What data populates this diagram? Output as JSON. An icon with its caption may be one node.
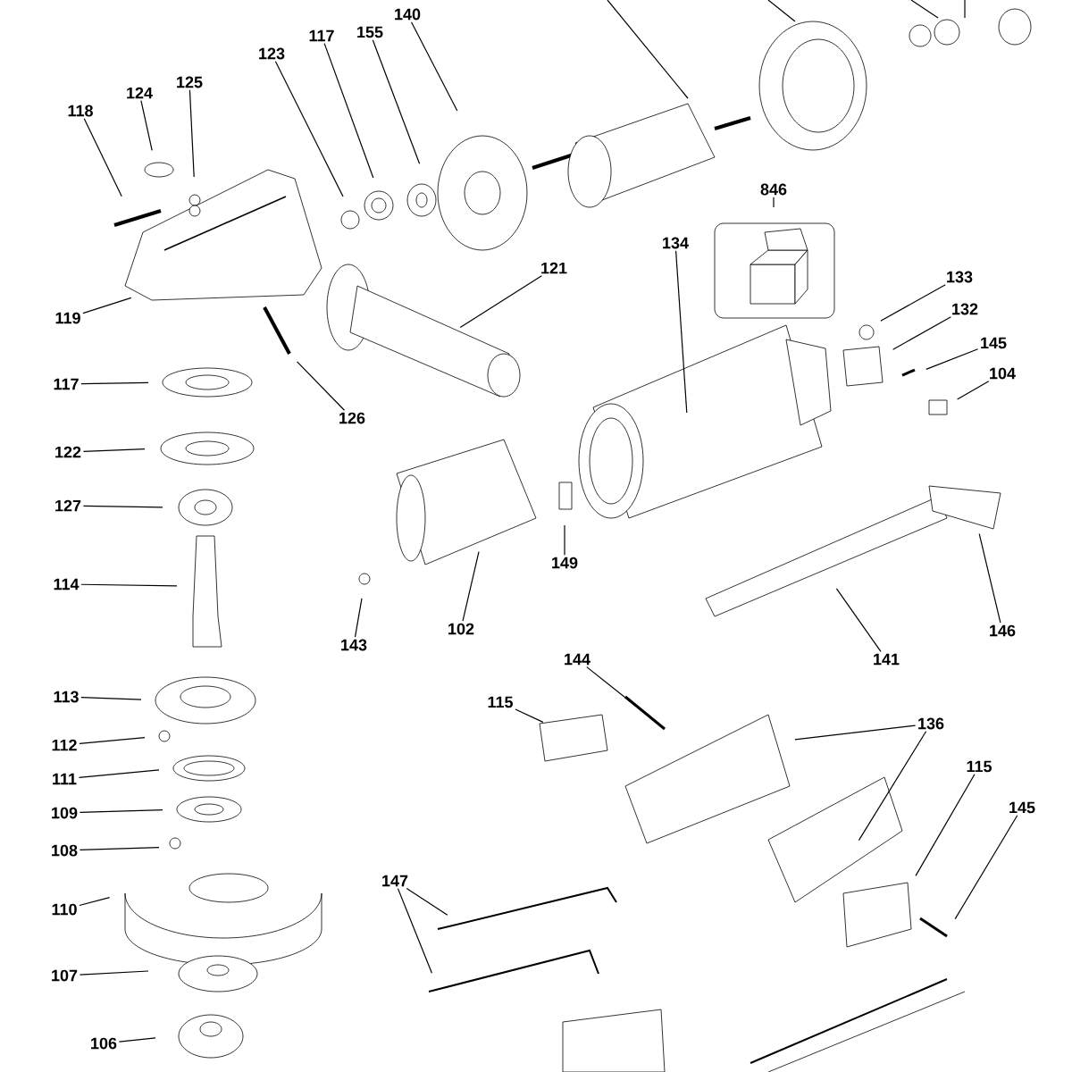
{
  "diagram": {
    "nodes": [
      {
        "text": [
          "140"
        ]
      },
      {
        "text": [
          "155"
        ]
      },
      {
        "text": [
          "117"
        ]
      },
      {
        "text": [
          "123"
        ]
      },
      {
        "text": [
          "125"
        ]
      },
      {
        "text": [
          "124"
        ]
      },
      {
        "text": [
          "118"
        ]
      },
      {
        "text": [
          "119"
        ]
      },
      {
        "text": [
          "121"
        ]
      },
      {
        "text": [
          "846"
        ]
      },
      {
        "text": [
          "134"
        ]
      },
      {
        "text": [
          "133"
        ]
      },
      {
        "text": [
          "132"
        ]
      },
      {
        "text": [
          "145"
        ]
      },
      {
        "text": [
          "104"
        ]
      },
      {
        "text": [
          "117"
        ]
      },
      {
        "text": [
          "126"
        ]
      },
      {
        "text": [
          "122"
        ]
      },
      {
        "text": [
          "127"
        ]
      },
      {
        "text": [
          "114"
        ]
      },
      {
        "text": [
          "149"
        ]
      },
      {
        "text": [
          "102"
        ]
      },
      {
        "text": [
          "143"
        ]
      },
      {
        "text": [
          "146"
        ]
      },
      {
        "text": [
          "141"
        ]
      },
      {
        "text": [
          "113"
        ]
      },
      {
        "text": [
          "144"
        ]
      },
      {
        "text": [
          "115"
        ]
      },
      {
        "text": [
          "112"
        ]
      },
      {
        "text": [
          "136"
        ]
      },
      {
        "text": [
          "111"
        ]
      },
      {
        "text": [
          "115"
        ]
      },
      {
        "text": [
          "109"
        ]
      },
      {
        "text": [
          "145"
        ]
      },
      {
        "text": [
          "108"
        ]
      },
      {
        "text": [
          "147"
        ]
      },
      {
        "text": [
          "110"
        ]
      },
      {
        "text": [
          "107"
        ]
      },
      {
        "text": [
          "106"
        ]
      }
    ],
    "edges": [
      {
        "from": 0,
        "to": null,
        "arrow": "none"
      },
      {
        "from": 1,
        "to": null,
        "arrow": "none"
      },
      {
        "from": 2,
        "to": null,
        "arrow": "none"
      },
      {
        "from": 3,
        "to": null,
        "arrow": "none"
      },
      {
        "from": 4,
        "to": null,
        "arrow": "none"
      },
      {
        "from": 5,
        "to": null,
        "arrow": "none"
      },
      {
        "from": 6,
        "to": null,
        "arrow": "none"
      },
      {
        "from": 7,
        "to": null,
        "arrow": "none"
      },
      {
        "from": 8,
        "to": null,
        "arrow": "none"
      },
      {
        "from": 9,
        "to": null,
        "arrow": "none"
      },
      {
        "from": 10,
        "to": null,
        "arrow": "none"
      },
      {
        "from": 11,
        "to": null,
        "arrow": "none"
      },
      {
        "from": 12,
        "to": null,
        "arrow": "none"
      },
      {
        "from": 13,
        "to": null,
        "arrow": "none"
      },
      {
        "from": 14,
        "to": null,
        "arrow": "none"
      },
      {
        "from": 15,
        "to": null,
        "arrow": "none"
      },
      {
        "from": 16,
        "to": null,
        "arrow": "none"
      },
      {
        "from": 17,
        "to": null,
        "arrow": "none"
      },
      {
        "from": 18,
        "to": null,
        "arrow": "none"
      },
      {
        "from": 19,
        "to": null,
        "arrow": "none"
      },
      {
        "from": 20,
        "to": null,
        "arrow": "none"
      },
      {
        "from": 21,
        "to": null,
        "arrow": "none"
      },
      {
        "from": 22,
        "to": null,
        "arrow": "none"
      },
      {
        "from": 23,
        "to": null,
        "arrow": "none"
      },
      {
        "from": 24,
        "to": null,
        "arrow": "none"
      },
      {
        "from": 25,
        "to": null,
        "arrow": "none"
      },
      {
        "from": 26,
        "to": null,
        "arrow": "none"
      },
      {
        "from": 27,
        "to": null,
        "arrow": "none"
      },
      {
        "from": 28,
        "to": null,
        "arrow": "none"
      },
      {
        "from": 29,
        "to": null,
        "arrow": "none"
      },
      {
        "from": 29,
        "to": null,
        "arrow": "none"
      },
      {
        "from": 30,
        "to": null,
        "arrow": "none"
      },
      {
        "from": 31,
        "to": null,
        "arrow": "none"
      },
      {
        "from": 32,
        "to": null,
        "arrow": "none"
      },
      {
        "from": 33,
        "to": null,
        "arrow": "none"
      },
      {
        "from": 34,
        "to": null,
        "arrow": "none"
      },
      {
        "from": 35,
        "to": null,
        "arrow": "none"
      },
      {
        "from": 35,
        "to": null,
        "arrow": "none"
      },
      {
        "from": 36,
        "to": null,
        "arrow": "none"
      },
      {
        "from": 37,
        "to": null,
        "arrow": "none"
      },
      {
        "from": 38,
        "to": null,
        "arrow": "none"
      }
    ]
  }
}
